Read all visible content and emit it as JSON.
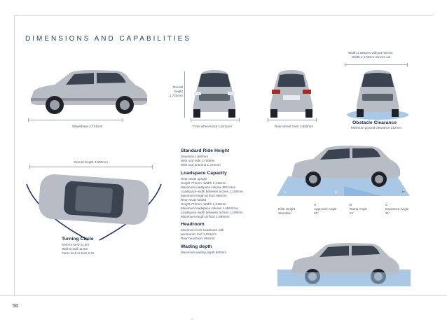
{
  "title": "DIMENSIONS AND CAPABILITIES",
  "side_view": {
    "wheelbase": "Wheelbase 2,741mm"
  },
  "front_view": {
    "height_label": "Overall height 1,724mm",
    "front_track": "Front wheel track 1,621mm"
  },
  "rear_view": {
    "rear_track": "Rear wheel track 1,620mm"
  },
  "clearance_view": {
    "width_note": [
      "Width 1,894mm without mirrors",
      "Width 2,173mm mirrors out"
    ],
    "heading": "Obstacle Clearance",
    "text": "Minimum ground clearance 212mm"
  },
  "top_view": {
    "length": "Overall length 4,600mm"
  },
  "turning_circle": {
    "heading": "Turning Circle",
    "lines": [
      "Kerb-to-kerb 11.4m",
      "Wall-to-wall 11.8m",
      "Turns lock-to-lock 2.31"
    ]
  },
  "ride_height": {
    "heading": "Standard Ride Height",
    "lines": [
      "Standard 1,690mm",
      "With roof rails 1,700mm",
      "With roof antenna 1,724mm"
    ]
  },
  "loadspace": {
    "heading": "Loadspace Capacity",
    "lines": [
      "Rear seats upright",
      "Height 774mm, Width 1,318mm",
      "Maximum loadspace volume 981 litres",
      "Loadspace width between arches 1,108mm",
      "Maximum length at floor 980mm",
      "Rear seats folded",
      "Height 774mm, Width 1,318mm",
      "Maximum loadspace volume 1,698 litres",
      "Loadspace width between arches 1,108mm",
      "Maximum length at floor 1,869mm"
    ]
  },
  "headroom": {
    "heading": "Headroom",
    "lines": [
      "Maximum front headroom with",
      "panoramic roof 1,021mm",
      "Rear headroom 984mm"
    ]
  },
  "wading": {
    "heading": "Wading depth",
    "lines": [
      "Maximum wading depth 600mm"
    ]
  },
  "angles": {
    "markers": [
      "A",
      "B",
      "C"
    ],
    "ride_height_label": [
      "Ride Height",
      "Standard"
    ],
    "columns": [
      {
        "letter": "A",
        "label": "Approach Angle",
        "value": "25°"
      },
      {
        "letter": "B",
        "label": "Ramp Angle",
        "value": "21°"
      },
      {
        "letter": "C",
        "label": "Departure Angle",
        "value": "31°"
      }
    ]
  },
  "page_number": "50",
  "colors": {
    "title": "#27406b",
    "text": "#1c2a49",
    "car_body": "#b8bcc4",
    "ground": "#a9c8e6"
  }
}
